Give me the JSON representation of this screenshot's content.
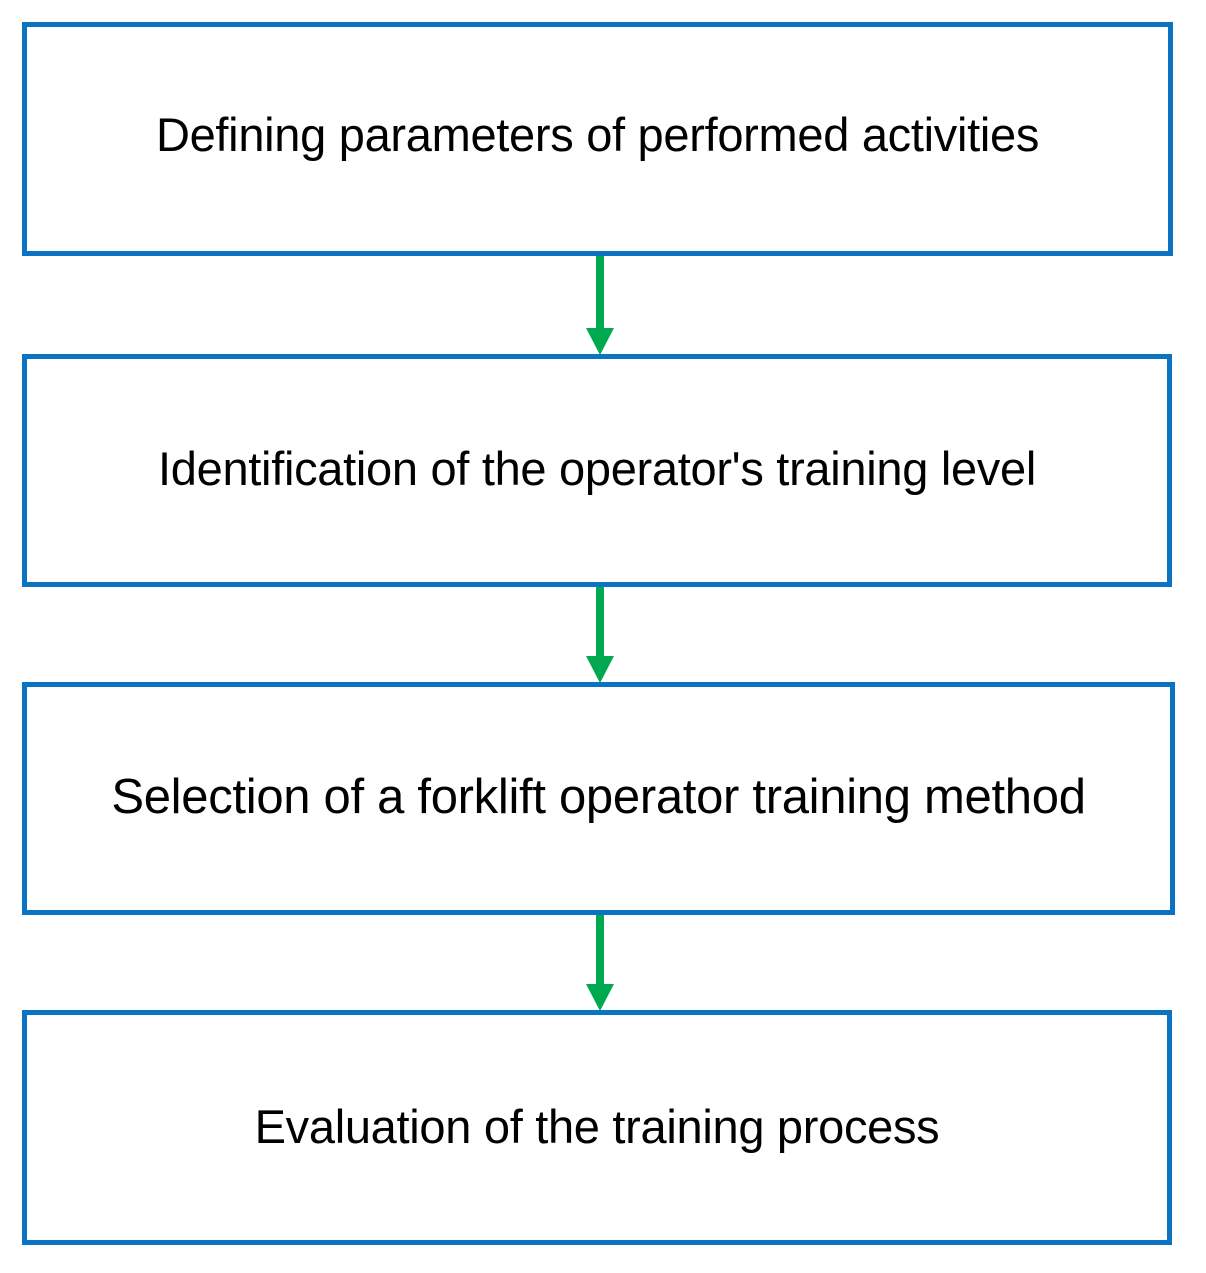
{
  "diagram": {
    "type": "flowchart",
    "orientation": "vertical",
    "title": "Forklift operator training process flowchart",
    "colors": {
      "node_border": "#0b73c3",
      "node_fill": "#ffffff",
      "arrow": "#00a94f",
      "text": "#000000",
      "background": "#ffffff"
    },
    "nodes": [
      {
        "id": "node-0",
        "order": 1,
        "label": "Defining parameters of performed activities",
        "shape": "rectangle"
      },
      {
        "id": "node-1",
        "order": 2,
        "label": "Identification of the operator's training level",
        "shape": "rectangle"
      },
      {
        "id": "node-2",
        "order": 3,
        "label": "Selection of a forklift operator training method",
        "shape": "rectangle"
      },
      {
        "id": "node-3",
        "order": 4,
        "label": "Evaluation of the training process",
        "shape": "rectangle"
      }
    ],
    "connectors": [
      {
        "id": "arrow-0",
        "from": "node-0",
        "to": "node-1",
        "style": "down-arrow",
        "label": ""
      },
      {
        "id": "arrow-1",
        "from": "node-1",
        "to": "node-2",
        "style": "down-arrow",
        "label": ""
      },
      {
        "id": "arrow-2",
        "from": "node-2",
        "to": "node-3",
        "style": "down-arrow",
        "label": ""
      }
    ]
  }
}
